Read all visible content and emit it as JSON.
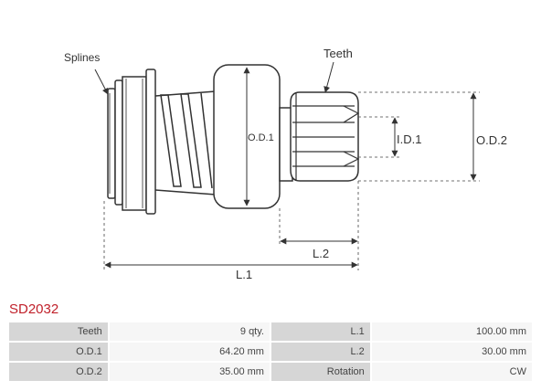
{
  "callouts": {
    "splines": "Splines",
    "teeth": "Teeth",
    "od1": "O.D.1",
    "id1": "I.D.1",
    "od2": "O.D.2",
    "l2": "L.2",
    "l1": "L.1"
  },
  "product_code": "SD2032",
  "specs": [
    {
      "label": "Teeth",
      "value": "9 qty.",
      "label2": "L.1",
      "value2": "100.00 mm"
    },
    {
      "label": "O.D.1",
      "value": "64.20 mm",
      "label2": "L.2",
      "value2": "30.00 mm"
    },
    {
      "label": "O.D.2",
      "value": "35.00 mm",
      "label2": "Rotation",
      "value2": "CW"
    }
  ]
}
